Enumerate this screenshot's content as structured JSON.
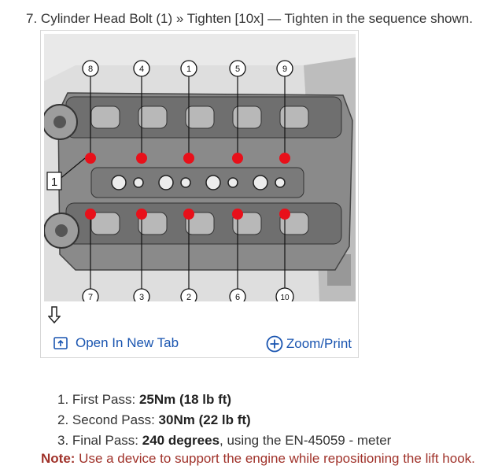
{
  "step": {
    "number": "7.",
    "title": "Cylinder Head Bolt (1) » Tighten [10x] — Tighten in the sequence shown."
  },
  "figure": {
    "callout_label": "1",
    "bolt_numbers_top": [
      "8",
      "4",
      "1",
      "5",
      "9"
    ],
    "bolt_numbers_bottom": [
      "7",
      "3",
      "2",
      "6",
      "10"
    ],
    "bolt_color": "#e8101a"
  },
  "actions": {
    "open_tab_label": "Open In New Tab",
    "zoom_label": "Zoom/Print"
  },
  "passes": [
    {
      "num": "1.",
      "label": "First Pass: ",
      "value": "25Nm (18 lb ft)",
      "suffix": ""
    },
    {
      "num": "2.",
      "label": "Second Pass: ",
      "value": "30Nm (22 lb ft)",
      "suffix": ""
    },
    {
      "num": "3.",
      "label": "Final Pass: ",
      "value": "240 degrees",
      "suffix": ", using the EN-45059 - meter"
    }
  ],
  "note": {
    "label": "Note:",
    "text": " Use a device to support the engine while repositioning the lift hook."
  },
  "colors": {
    "link": "#1a55b0",
    "note": "#a0322a"
  }
}
